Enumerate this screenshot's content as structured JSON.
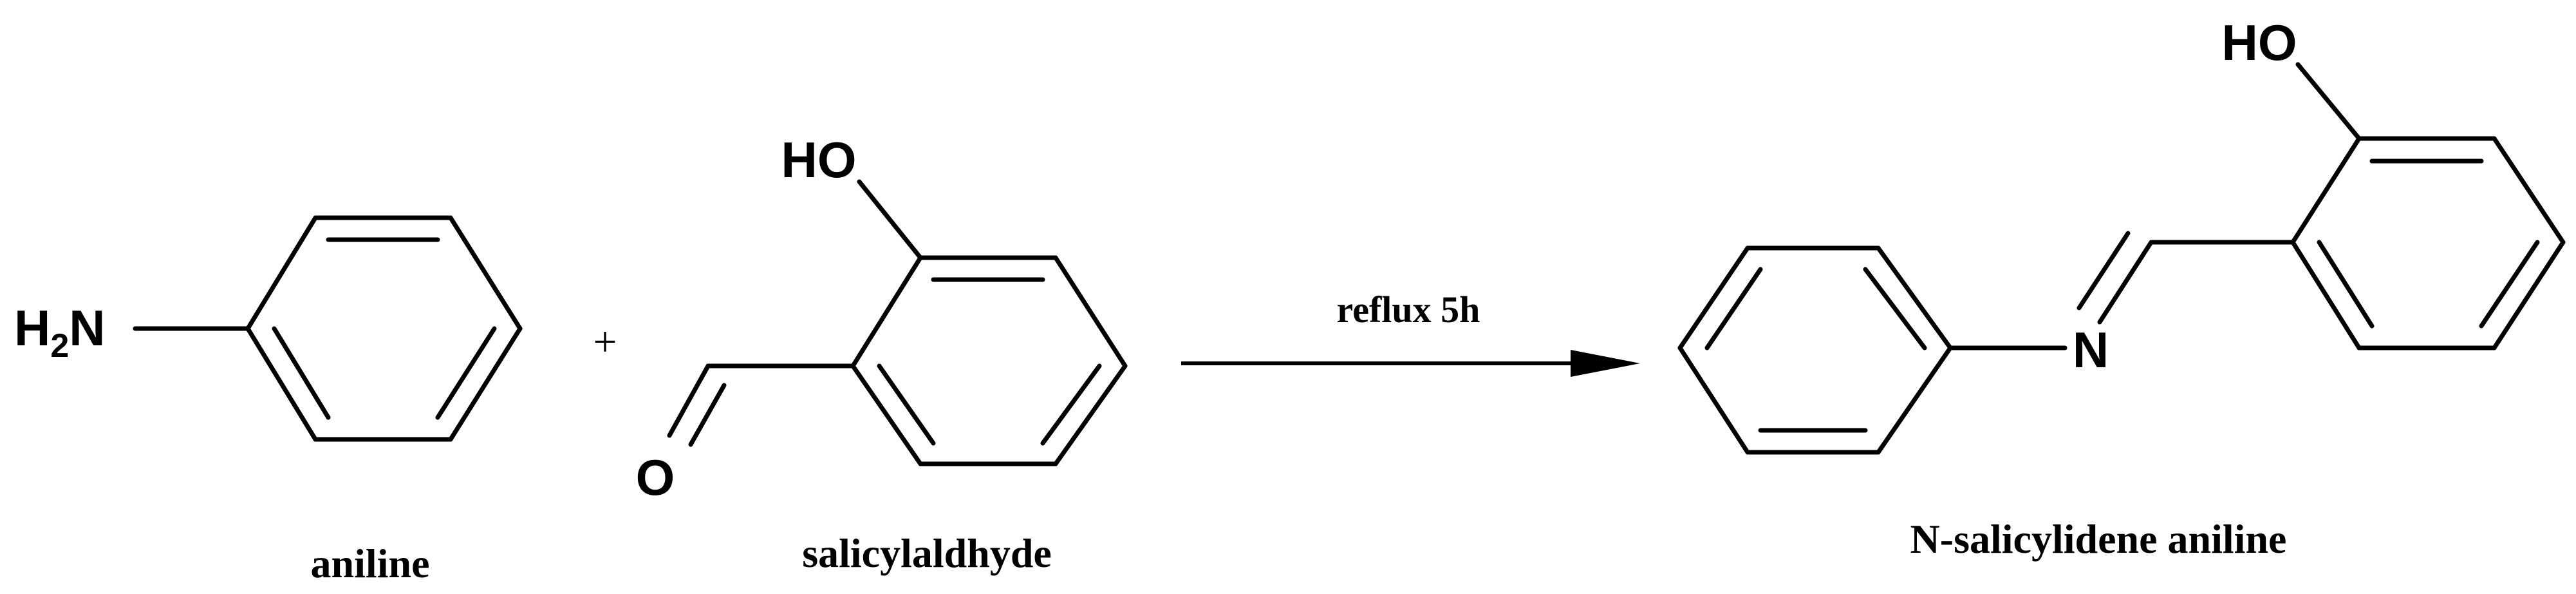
{
  "reaction": {
    "reactant_1": {
      "name": "aniline",
      "substituent_label": "H",
      "substituent_subscript": "2",
      "substituent_atom": "N"
    },
    "plus_sign": "+",
    "reactant_2": {
      "name": "salicylaldhyde",
      "hydroxyl_label": "HO",
      "carbonyl_label": "O"
    },
    "arrow": {
      "condition": "reflux 5h"
    },
    "product": {
      "name": "N-salicylidene aniline",
      "hydroxyl_label": "HO",
      "imine_label": "N"
    }
  }
}
